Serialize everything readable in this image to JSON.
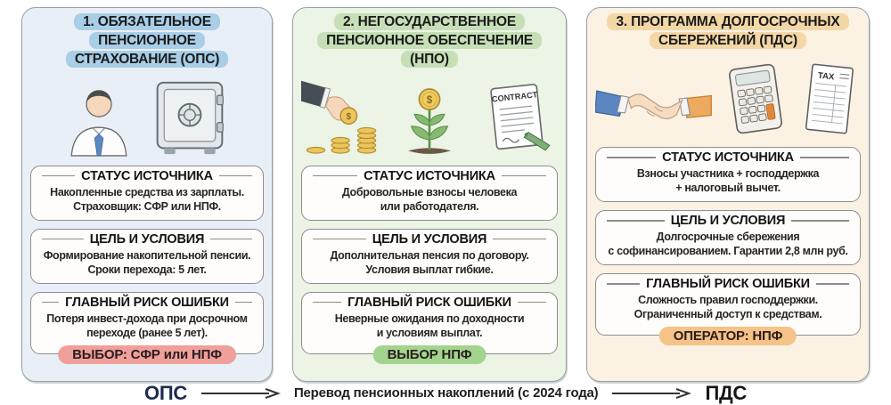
{
  "cards": [
    {
      "title": "1. ОБЯЗАТЕЛЬНОЕ ПЕНСИОННОЕ\nСТРАХОВАНИЕ (ОПС)",
      "accent_bg": "#e9eff6",
      "highlight": "#a9cee7",
      "icons": [
        "businessman-icon",
        "safe-icon"
      ],
      "sections": [
        {
          "title": "СТАТУС ИСТОЧНИКА",
          "body": "Накопленные средства из зарплаты.\nСтраховщик: СФР или НПФ."
        },
        {
          "title": "ЦЕЛЬ И УСЛОВИЯ",
          "body": "Формирование накопительной пенсии.\nСроки перехода: 5 лет."
        },
        {
          "title": "ГЛАВНЫЙ РИСК ОШИБКИ",
          "body": "Потеря инвест-дохода при досрочном\nпереходе (ранее 5 лет)."
        }
      ],
      "badge": {
        "label": "ВЫБОР: СФР или НПФ",
        "color": "#f0a09b"
      }
    },
    {
      "title": "2. НЕГОСУДАРСТВЕННОЕ\nПЕНСИОННОЕ ОБЕСПЕЧЕНИЕ (НПО)",
      "accent_bg": "#ebf4e5",
      "highlight": "#c6dfb7",
      "icons": [
        "hand-coin-icon",
        "money-plant-icon",
        "contract-icon"
      ],
      "sections": [
        {
          "title": "СТАТУС ИСТОЧНИКА",
          "body": "Добровольные взносы человека\nили работодателя."
        },
        {
          "title": "ЦЕЛЬ И УСЛОВИЯ",
          "body": "Дополнительная пенсия по договору.\nУсловия выплат гибкие."
        },
        {
          "title": "ГЛАВНЫЙ РИСК ОШИБКИ",
          "body": "Неверные ожидания по доходности\nи условиям выплат."
        }
      ],
      "badge": {
        "label": "ВЫБОР НПФ",
        "color": "#a3d48e"
      }
    },
    {
      "title": "3. ПРОГРАММА ДОЛГОСРОЧНЫХ\nСБЕРЕЖЕНИЙ (ПДС)",
      "accent_bg": "#fbf2e3",
      "highlight": "#f4d7a6",
      "icons": [
        "handshake-icon",
        "calculator-icon",
        "tax-document-icon"
      ],
      "sections": [
        {
          "title": "СТАТУС ИСТОЧНИКА",
          "body": "Взносы участника + господдержка\n+ налоговый вычет."
        },
        {
          "title": "ЦЕЛЬ И УСЛОВИЯ",
          "body": "Долгосрочные сбережения\nс софинансированием. Гарантии 2,8 млн руб."
        },
        {
          "title": "ГЛАВНЫЙ РИСК ОШИБКИ",
          "body": "Сложность правил господдержки.\nОграниченный доступ к средствам."
        }
      ],
      "badge": {
        "label": "ОПЕРАТОР: НПФ",
        "color": "#f5c287"
      }
    }
  ],
  "icon_labels": {
    "contract": "CONTRACT",
    "tax": "TAX",
    "coin": "$"
  },
  "footer": {
    "left_label": "ОПС",
    "caption": "Перевод пенсионных накоплений (с 2024 года)",
    "right_label": "ПДС",
    "left_color": "#1d2c4e",
    "right_color": "#161616"
  }
}
